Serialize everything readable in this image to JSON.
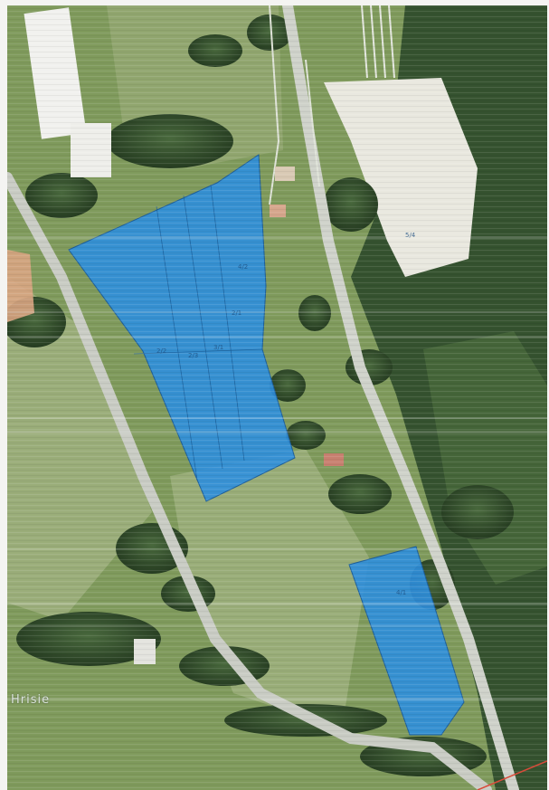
{
  "map": {
    "place_label": "Hrisie",
    "parcel_codes": [
      "2/1",
      "2/2",
      "2/3",
      "3/1",
      "4/1",
      "4/2",
      "5/4"
    ]
  },
  "colors": {
    "parcel_fill": "#2f8fde",
    "parcel_stroke": "#1e5f9a",
    "meadow": "#7f9a5c",
    "meadow_light": "#a9b98a",
    "forest": "#2f4a2c",
    "road": "#c9ccc4",
    "clearing": "#e9e8df",
    "building_roof": "#f1f1ee"
  },
  "icons": [
    "building-icon",
    "house-icon"
  ]
}
